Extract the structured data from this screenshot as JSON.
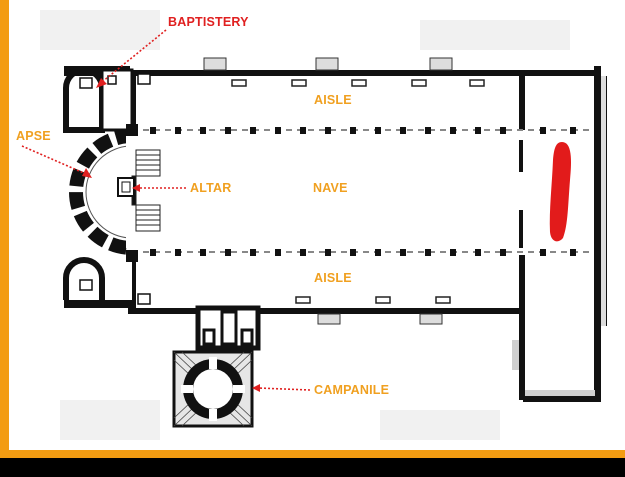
{
  "labels": {
    "baptistery": "BAPTISTERY",
    "apse": "APSE",
    "altar": "ALTAR",
    "aisle_top": "AISLE",
    "nave": "NAVE",
    "aisle_bottom": "AISLE",
    "campanile": "CAMPANILE"
  },
  "colors": {
    "frame": "#f39c12",
    "label_red": "#e02020",
    "label_orange": "#f0a020",
    "marker": "#e21b1b",
    "ink": "#111111"
  }
}
